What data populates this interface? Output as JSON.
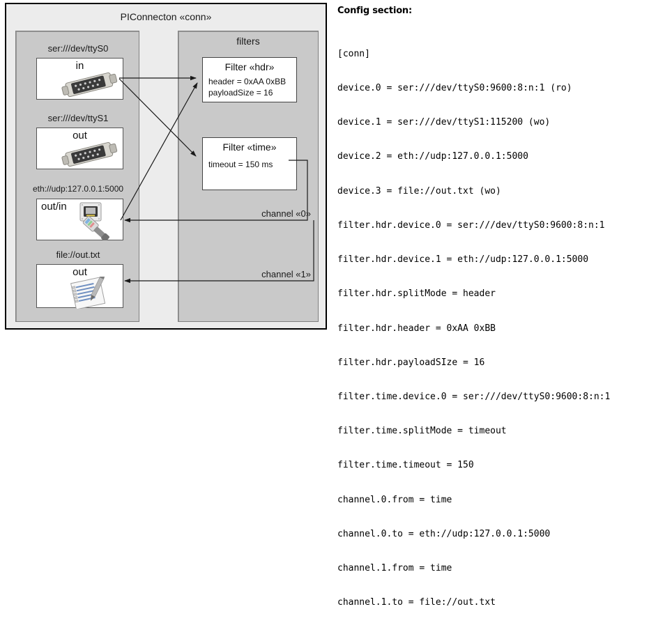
{
  "diagram": {
    "title": "PIConnecton «conn»",
    "devices_panel": {
      "name": "devices",
      "items": [
        {
          "label": "ser:///dev/ttyS0",
          "direction": "in",
          "icon": "serial-port-icon"
        },
        {
          "label": "ser:///dev/ttyS1",
          "direction": "out",
          "icon": "serial-port-icon"
        },
        {
          "label": "eth://udp:127.0.0.1:5000",
          "direction": "out/in",
          "icon": "ethernet-plug-icon"
        },
        {
          "label": "file://out.txt",
          "direction": "out",
          "icon": "text-file-icon"
        }
      ]
    },
    "filters_panel": {
      "title": "filters",
      "filters": [
        {
          "title": "Filter «hdr»",
          "attrs": [
            "header = 0xAA 0xBB",
            "payloadSize = 16"
          ]
        },
        {
          "title": "Filter «time»",
          "attrs": [
            "timeout = 150 ms"
          ]
        }
      ]
    },
    "channels": [
      {
        "label": "channel «0»"
      },
      {
        "label": "channel «1»"
      }
    ]
  },
  "config": {
    "heading": "Config section:",
    "lines": [
      "[conn]",
      "device.0 = ser:///dev/ttyS0:9600:8:n:1 (ro)",
      "device.1 = ser:///dev/ttyS1:115200 (wo)",
      "device.2 = eth://udp:127.0.0.1:5000",
      "device.3 = file://out.txt (wo)",
      "filter.hdr.device.0 = ser:///dev/ttyS0:9600:8:n:1",
      "filter.hdr.device.1 = eth://udp:127.0.0.1:5000",
      "filter.hdr.splitMode = header",
      "filter.hdr.header = 0xAA 0xBB",
      "filter.hdr.payloadSIze = 16",
      "filter.time.device.0 = ser:///dev/ttyS0:9600:8:n:1",
      "filter.time.splitMode = timeout",
      "filter.time.timeout = 150",
      "channel.0.from = time",
      "channel.0.to = eth://udp:127.0.0.1:5000",
      "channel.1.from = time",
      "channel.1.to = file://out.txt"
    ]
  },
  "colors": {
    "page_background": "#ffffff",
    "diagram_background": "#ececec",
    "panel_fill": "#c9c9c9",
    "box_fill": "#ffffff",
    "border_dark": "#000000",
    "border_gray": "#555555",
    "text": "#1a1a1a"
  }
}
